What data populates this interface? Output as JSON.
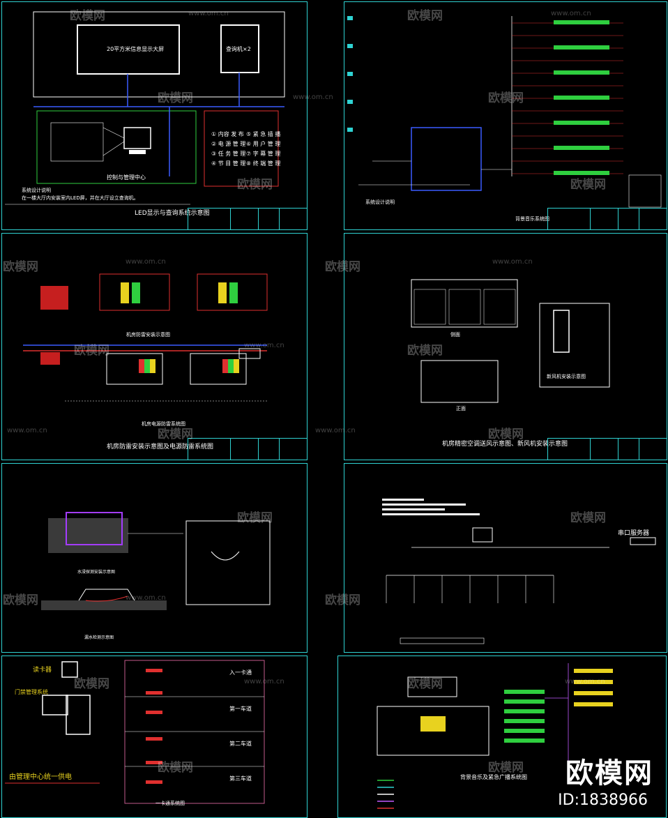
{
  "sheets": {
    "s1": {
      "title": "LED显示与查询系统示意图",
      "big_screen": "20平方米信息显示大屏",
      "kiosk": "查询机×2",
      "control_center": "控制与管理中心",
      "features": [
        "① 内容 发 布",
        "② 电 源 管 理",
        "③ 任 务 管 理",
        "④ 节 目 管 理",
        "⑤ 紧 急 插 播",
        "⑥ 用 户 管 理",
        "⑦ 字 幕 管 理",
        "⑧ 终 端 管 理"
      ],
      "note_title": "系统设计说明",
      "note": "在一楼大厅内安装室内LED屏，并在大厅设立查询机。"
    },
    "s2": {
      "title": "背景音乐系统图",
      "note_title": "系统设计说明"
    },
    "s3": {
      "title": "机房防雷安装示意图及电源防雷系统图",
      "sub1": "机房防雷安装示意图",
      "sub2": "机房电源防雷系统图"
    },
    "s4": {
      "title": "机房精密空调送风示意图、新风机安装示意图",
      "label_side": "侧面",
      "label_front": "正面",
      "label_unit": "新风机安装示意图"
    },
    "s5": {
      "label_a": "水浸探测安装示意图",
      "label_b": "漏水检测示意图"
    },
    "s6": {
      "label_server": "串口服务器"
    },
    "s7": {
      "title": "一卡通系统图",
      "reader": "读卡器",
      "mgmt": "门禁管理系统",
      "center": "由管理中心统一供电",
      "channels": [
        "入一卡通",
        "第一车道",
        "第二车道",
        "第三车道"
      ]
    },
    "s8": {
      "title": "背景音乐及紧急广播系统图"
    }
  },
  "watermark": {
    "text": "欧模网",
    "url": "www.om.cn"
  },
  "brand": {
    "name": "欧模网",
    "id": "ID:1838966"
  }
}
